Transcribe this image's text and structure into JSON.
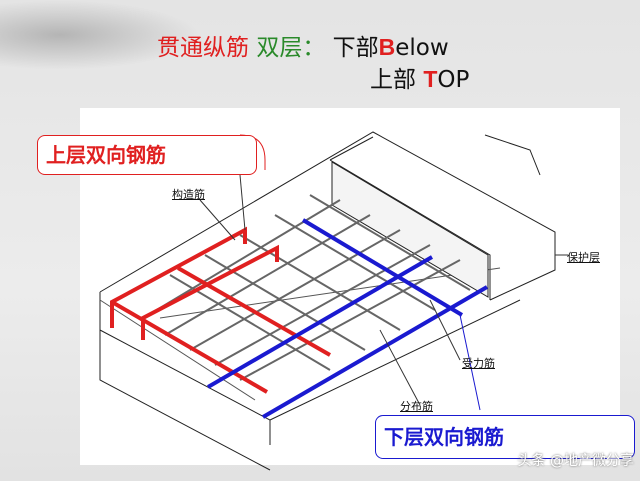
{
  "title": {
    "part1": "贯通纵筋",
    "part2": "双层：",
    "line1_prefix": "下部",
    "line1_initial": "B",
    "line1_rest": "elow",
    "line2_prefix": "上部 ",
    "line2_initial": "T",
    "line2_rest": "OP"
  },
  "labels": {
    "upper": "上层双向钢筋",
    "lower": "下层双向钢筋",
    "construction_bar": "构造筋",
    "cover": "保护层",
    "main_bar": "受力筋",
    "distribution_bar": "分布筋"
  },
  "watermark": "头条 @地产微分享",
  "colors": {
    "upper": "#e02020",
    "lower": "#1a1ad0",
    "highlight_green": "#2a8a2a"
  }
}
